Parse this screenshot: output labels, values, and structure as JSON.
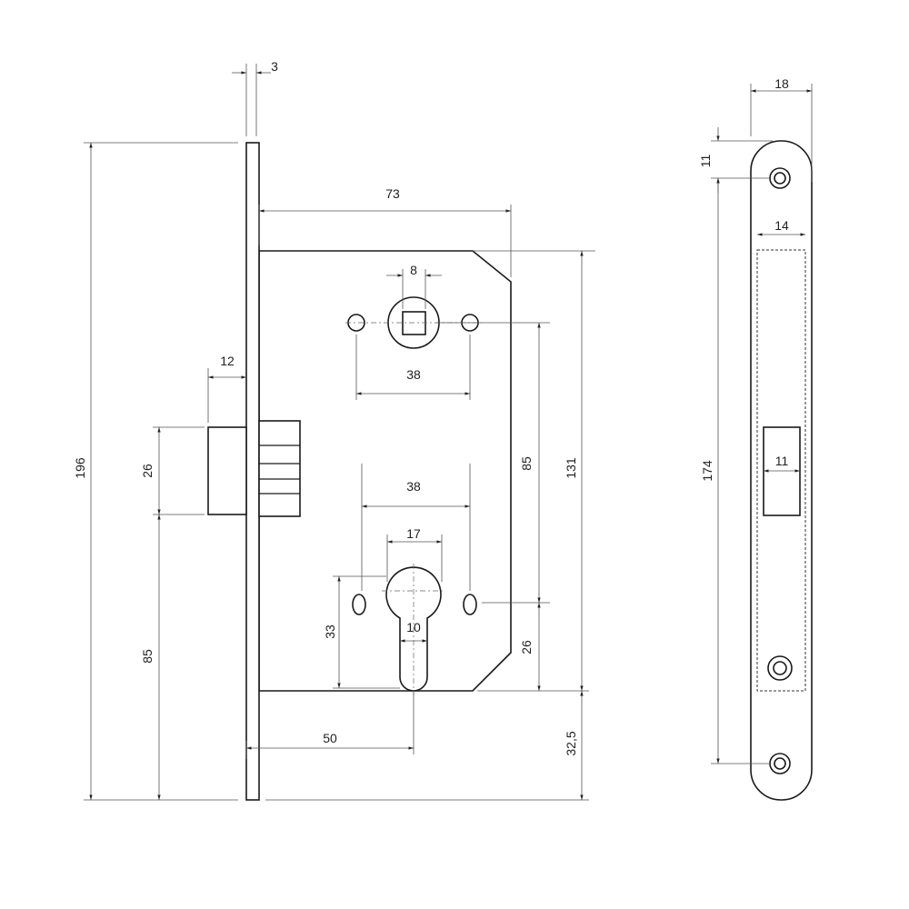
{
  "lock_body": {
    "faceplate_thickness": "3",
    "body_depth": "73",
    "spindle_square": "8",
    "fixing_holes_top_spacing": "38",
    "fixing_holes_bottom_spacing": "38",
    "cylinder_width": "17",
    "cylinder_slot_width": "10",
    "cylinder_height": "33",
    "backset": "50",
    "latch_projection": "12",
    "latch_height": "26",
    "latch_to_bottom": "85",
    "faceplate_height": "196",
    "center_distance": "85",
    "cylinder_to_body_bottom": "26",
    "body_height": "131",
    "body_bottom_to_faceplate_end": "32,5"
  },
  "strike_plate": {
    "width": "18",
    "opening_width": "14",
    "latch_opening_width": "11",
    "top_hole_offset": "11",
    "hole_spacing": "174"
  }
}
